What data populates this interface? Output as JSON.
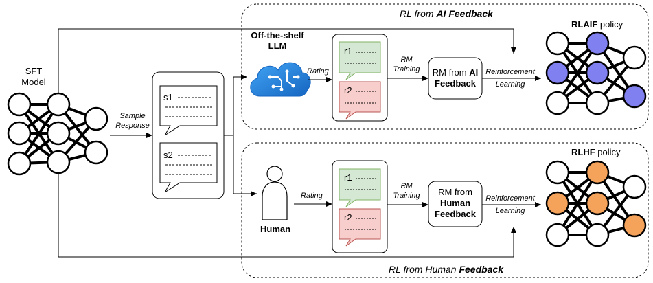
{
  "sft": {
    "line1": "SFT",
    "line2": "Model"
  },
  "sample_response": {
    "line1": "Sample",
    "line2": "Response"
  },
  "samples": [
    {
      "id": "s1"
    },
    {
      "id": "s2"
    }
  ],
  "rlaif_region": {
    "title_plain": "RL from ",
    "title_bold": "AI Feedback"
  },
  "rlhf_region": {
    "title_plain": "RL from Human ",
    "title_bold": "Feedback"
  },
  "llm": {
    "line1": "Off-the-shelf",
    "line2": "LLM"
  },
  "human": {
    "label": "Human"
  },
  "rating_label": "Rating",
  "responses": [
    {
      "id": "r1"
    },
    {
      "id": "r2"
    }
  ],
  "rm_training": {
    "line1": "RM",
    "line2": "Training"
  },
  "rm_ai": {
    "line1_plain": "RM from ",
    "line1_bold": "AI",
    "line2_bold": "Feedback"
  },
  "rm_human": {
    "line1": "RM from",
    "line2_bold": "Human",
    "line3_bold": "Feedback"
  },
  "reinforcement": {
    "line1": "Reinforcement",
    "line2": "Learning"
  },
  "rlaif_policy": {
    "bold": "RLAIF",
    "plain": " policy"
  },
  "rlhf_policy": {
    "bold": "RLHF",
    "plain": " policy"
  },
  "colors": {
    "ai_node": "#8080f0",
    "human_node": "#f5a25a",
    "green_bubble": "#d5e8d4",
    "green_stroke": "#82b366",
    "red_bubble": "#f8cecc",
    "red_stroke": "#b85450",
    "cloud_dark": "#1565c0",
    "cloud_light": "#42a5f5"
  }
}
